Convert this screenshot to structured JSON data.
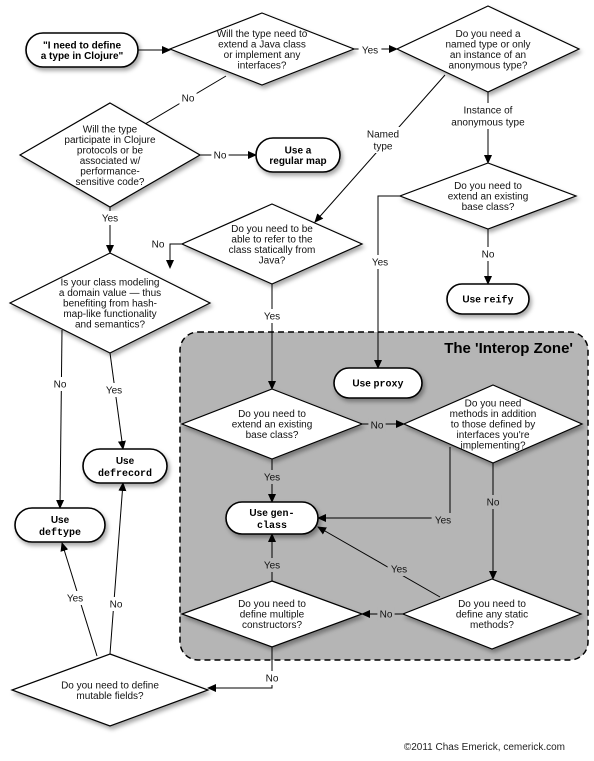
{
  "zone": {
    "title": "The 'Interop Zone'"
  },
  "credit": "©2011 Chas Emerick, cemerick.com",
  "nodes": {
    "start": {
      "lines": [
        "\"I need to define",
        "a type in Clojure\""
      ]
    },
    "q_extend_java": {
      "lines": [
        "Will the type need to",
        "extend a Java class",
        "or implement any",
        "interfaces?"
      ]
    },
    "q_named": {
      "lines": [
        "Do you need a",
        "named type or only",
        "an instance of an",
        "anonymous type?"
      ]
    },
    "q_protocols": {
      "lines": [
        "Will the type",
        "participate in Clojure",
        "protocols or be",
        "associated w/",
        "performance-",
        "sensitive code?"
      ]
    },
    "regular_map": {
      "lines": [
        "Use a",
        "regular map"
      ]
    },
    "q_extend_base_anon": {
      "lines": [
        "Do you need to",
        "extend an existing",
        "base class?"
      ]
    },
    "q_refer_static": {
      "lines": [
        "Do you need to be",
        "able to refer to the",
        "class statically from",
        "Java?"
      ]
    },
    "reify": {
      "prefix": "Use ",
      "code": "reify"
    },
    "q_domain": {
      "lines": [
        "Is your class modeling",
        "a domain value — thus",
        "benefiting from hash-",
        "map-like functionality",
        "and semantics?"
      ]
    },
    "proxy": {
      "prefix": "Use ",
      "code": "proxy"
    },
    "q_extend_base": {
      "lines": [
        "Do you need to",
        "extend an existing",
        "base class?"
      ]
    },
    "q_methods": {
      "lines": [
        "Do you need",
        "methods in addition",
        "to those defined by",
        "interfaces you're",
        "implementing?"
      ]
    },
    "defrecord": {
      "prefix": "Use",
      "code": "defrecord"
    },
    "gen_class": {
      "prefix": "Use ",
      "code": "gen-",
      "code2": "class"
    },
    "deftype": {
      "prefix": "Use",
      "code": "deftype"
    },
    "q_constructors": {
      "lines": [
        "Do you need to",
        "define multiple",
        "constructors?"
      ]
    },
    "q_static": {
      "lines": [
        "Do you need to",
        "define any static",
        "methods?"
      ]
    },
    "q_mutable": {
      "lines": [
        "Do you need to define",
        "mutable fields?"
      ]
    }
  },
  "edges": [
    {
      "id": "e1",
      "label": ""
    },
    {
      "id": "e2",
      "label": "Yes"
    },
    {
      "id": "e3",
      "label": "No"
    },
    {
      "id": "e4",
      "label": "No"
    },
    {
      "id": "e5",
      "label": "Instance of|anonymous type"
    },
    {
      "id": "e6",
      "label": "Named|type"
    },
    {
      "id": "e7",
      "label": "Yes"
    },
    {
      "id": "e8",
      "label": "No"
    },
    {
      "id": "e9",
      "label": "Yes"
    },
    {
      "id": "e10",
      "label": "No"
    },
    {
      "id": "e11",
      "label": "Yes"
    },
    {
      "id": "e12",
      "label": "No"
    },
    {
      "id": "e13",
      "label": "Yes"
    },
    {
      "id": "e14",
      "label": "No"
    },
    {
      "id": "e15",
      "label": "Yes"
    },
    {
      "id": "e16",
      "label": "Yes"
    },
    {
      "id": "e17",
      "label": "No"
    },
    {
      "id": "e18",
      "label": "Yes"
    },
    {
      "id": "e19",
      "label": "No"
    },
    {
      "id": "e20",
      "label": "Yes"
    },
    {
      "id": "e21",
      "label": "No"
    },
    {
      "id": "e22",
      "label": "Yes"
    },
    {
      "id": "e23",
      "label": "No"
    }
  ]
}
